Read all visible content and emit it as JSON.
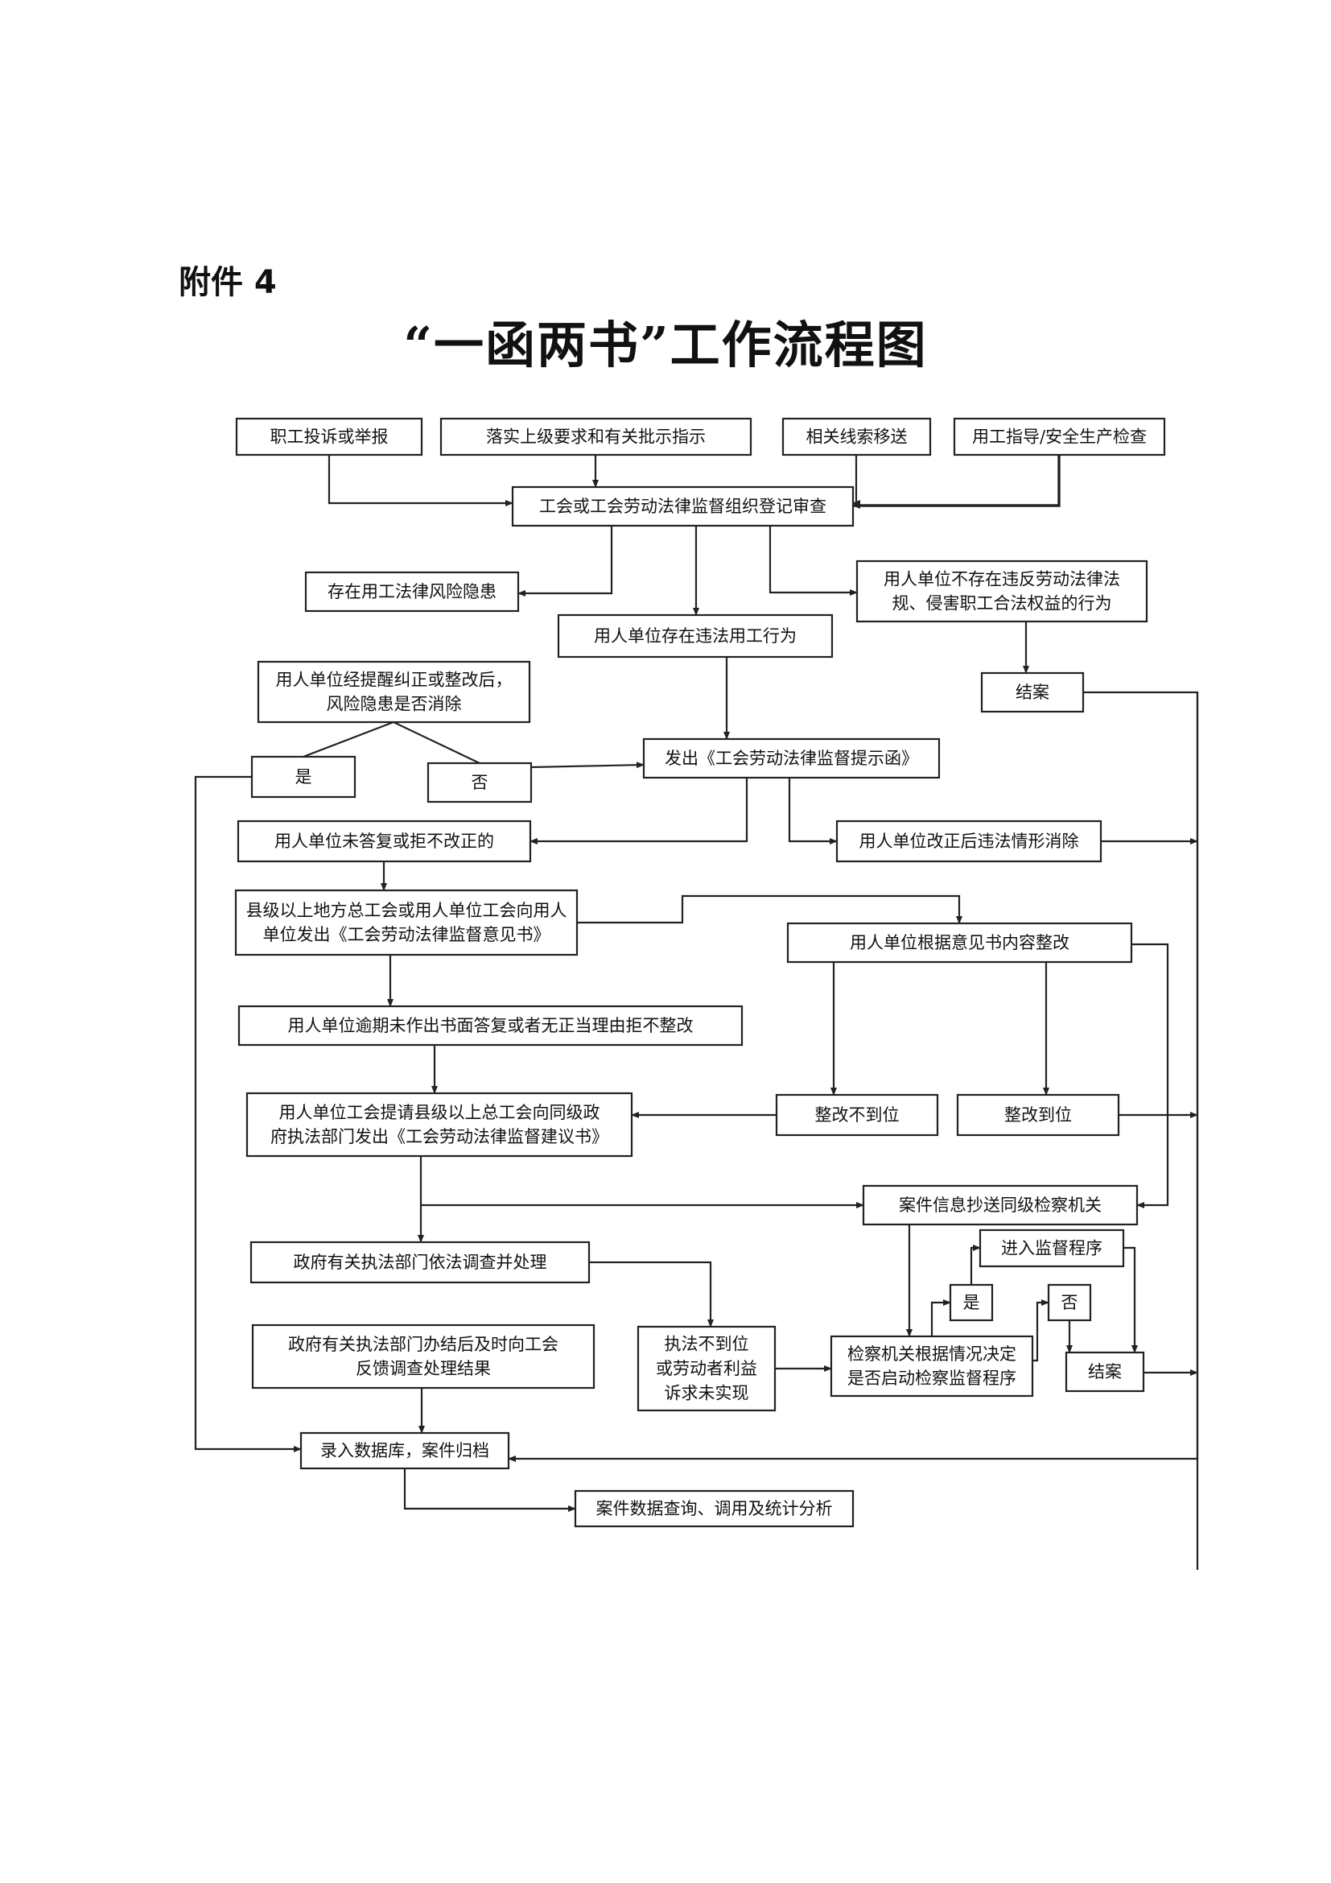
{
  "header": {
    "annex_label": "附件 4",
    "title": "“一函两书”工作流程图"
  },
  "flowchart": {
    "nodes": {
      "n1": [
        "职工投诉或举报"
      ],
      "n2": [
        "落实上级要求和有关批示指示"
      ],
      "n3": [
        "相关线索移送"
      ],
      "n4": [
        "用工指导/安全生产检查"
      ],
      "n5": [
        "工会或工会劳动法律监督组织登记审查"
      ],
      "n6": [
        "存在用工法律风险隐患"
      ],
      "n7": [
        "用人单位存在违法用工行为"
      ],
      "n8": [
        "用人单位不存在违反劳动法律法",
        "规、侵害职工合法权益的行为"
      ],
      "n9": [
        "结案"
      ],
      "n10": [
        "用人单位经提醒纠正或整改后，",
        "风险隐患是否消除"
      ],
      "n11": [
        "是"
      ],
      "n12": [
        "否"
      ],
      "n13": [
        "发出《工会劳动法律监督提示函》"
      ],
      "n14": [
        "用人单位未答复或拒不改正的"
      ],
      "n15": [
        "用人单位改正后违法情形消除"
      ],
      "n16": [
        "县级以上地方总工会或用人单位工会向用人",
        "单位发出《工会劳动法律监督意见书》"
      ],
      "n17": [
        "用人单位根据意见书内容整改"
      ],
      "n18": [
        "用人单位逾期未作出书面答复或者无正当理由拒不整改"
      ],
      "n19": [
        "用人单位工会提请县级以上总工会向同级政",
        "府执法部门发出《工会劳动法律监督建议书》"
      ],
      "n20": [
        "整改不到位"
      ],
      "n21": [
        "整改到位"
      ],
      "n22": [
        "案件信息抄送同级检察机关"
      ],
      "n23": [
        "政府有关执法部门依法调查并处理"
      ],
      "n24": [
        "进入监督程序"
      ],
      "n25": [
        "是"
      ],
      "n26": [
        "否"
      ],
      "n27": [
        "政府有关执法部门办结后及时向工会",
        "反馈调查处理结果"
      ],
      "n28": [
        "执法不到位",
        "或劳动者利益",
        "诉求未实现"
      ],
      "n29": [
        "检察机关根据情况决定",
        "是否启动检察监督程序"
      ],
      "n30": [
        "结案"
      ],
      "n31": [
        "录入数据库，案件归档"
      ],
      "n32": [
        "案件数据查询、调用及统计分析"
      ]
    }
  }
}
